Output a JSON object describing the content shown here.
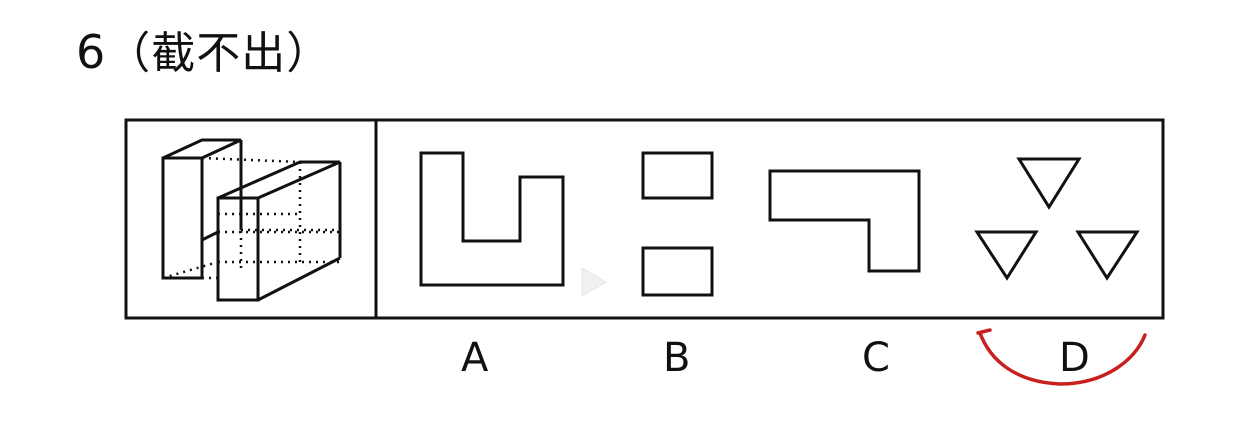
{
  "question": {
    "number": "6",
    "qualifier": "（截不出）"
  },
  "options": [
    {
      "letter": "A",
      "shape": "u-shape"
    },
    {
      "letter": "B",
      "shape": "two-rectangles"
    },
    {
      "letter": "C",
      "shape": "l-shape"
    },
    {
      "letter": "D",
      "shape": "three-triangles",
      "marked": true
    }
  ],
  "colors": {
    "ink": "#111111",
    "mark": "#c8201f"
  }
}
